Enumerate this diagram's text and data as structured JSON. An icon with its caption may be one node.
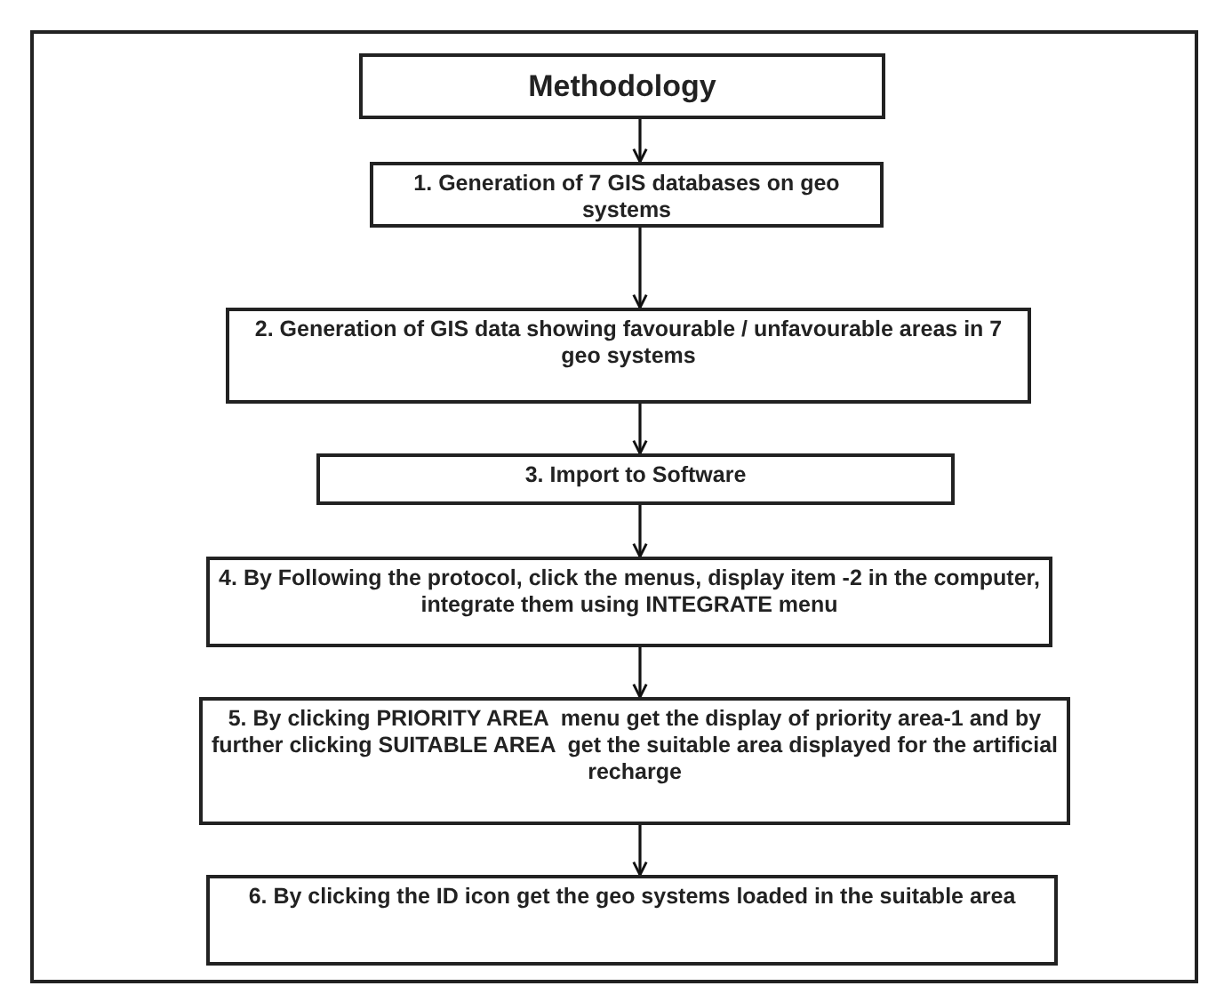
{
  "diagram": {
    "nodes": [
      {
        "text": [
          "Methodology"
        ]
      },
      {
        "text": [
          "1. Generation of 7 GIS databases on geo systems"
        ]
      },
      {
        "text": [
          "2. Generation of GIS data showing favourable / unfavourable areas in 7 geo systems"
        ]
      },
      {
        "text": [
          "3. Import to Software"
        ]
      },
      {
        "text": [
          "4. By Following the protocol, click the menus, display item -2 in the computer, integrate them using INTEGRATE menu"
        ]
      },
      {
        "text": [
          "5. By clicking PRIORITY AREA  menu get the display of priority area-1 and by further clicking SUITABLE AREA  get the suitable area displayed for the artificial recharge"
        ]
      },
      {
        "text": [
          "6. By clicking the ID icon get the geo systems loaded in the suitable area"
        ]
      }
    ],
    "edges": [
      {
        "from": 0,
        "to": 1,
        "arrow": "to"
      },
      {
        "from": 1,
        "to": 2,
        "arrow": "to"
      },
      {
        "from": 2,
        "to": 3,
        "arrow": "to"
      },
      {
        "from": 3,
        "to": 4,
        "arrow": "to"
      },
      {
        "from": 4,
        "to": 5,
        "arrow": "to"
      },
      {
        "from": 5,
        "to": 6,
        "arrow": "to"
      }
    ]
  }
}
